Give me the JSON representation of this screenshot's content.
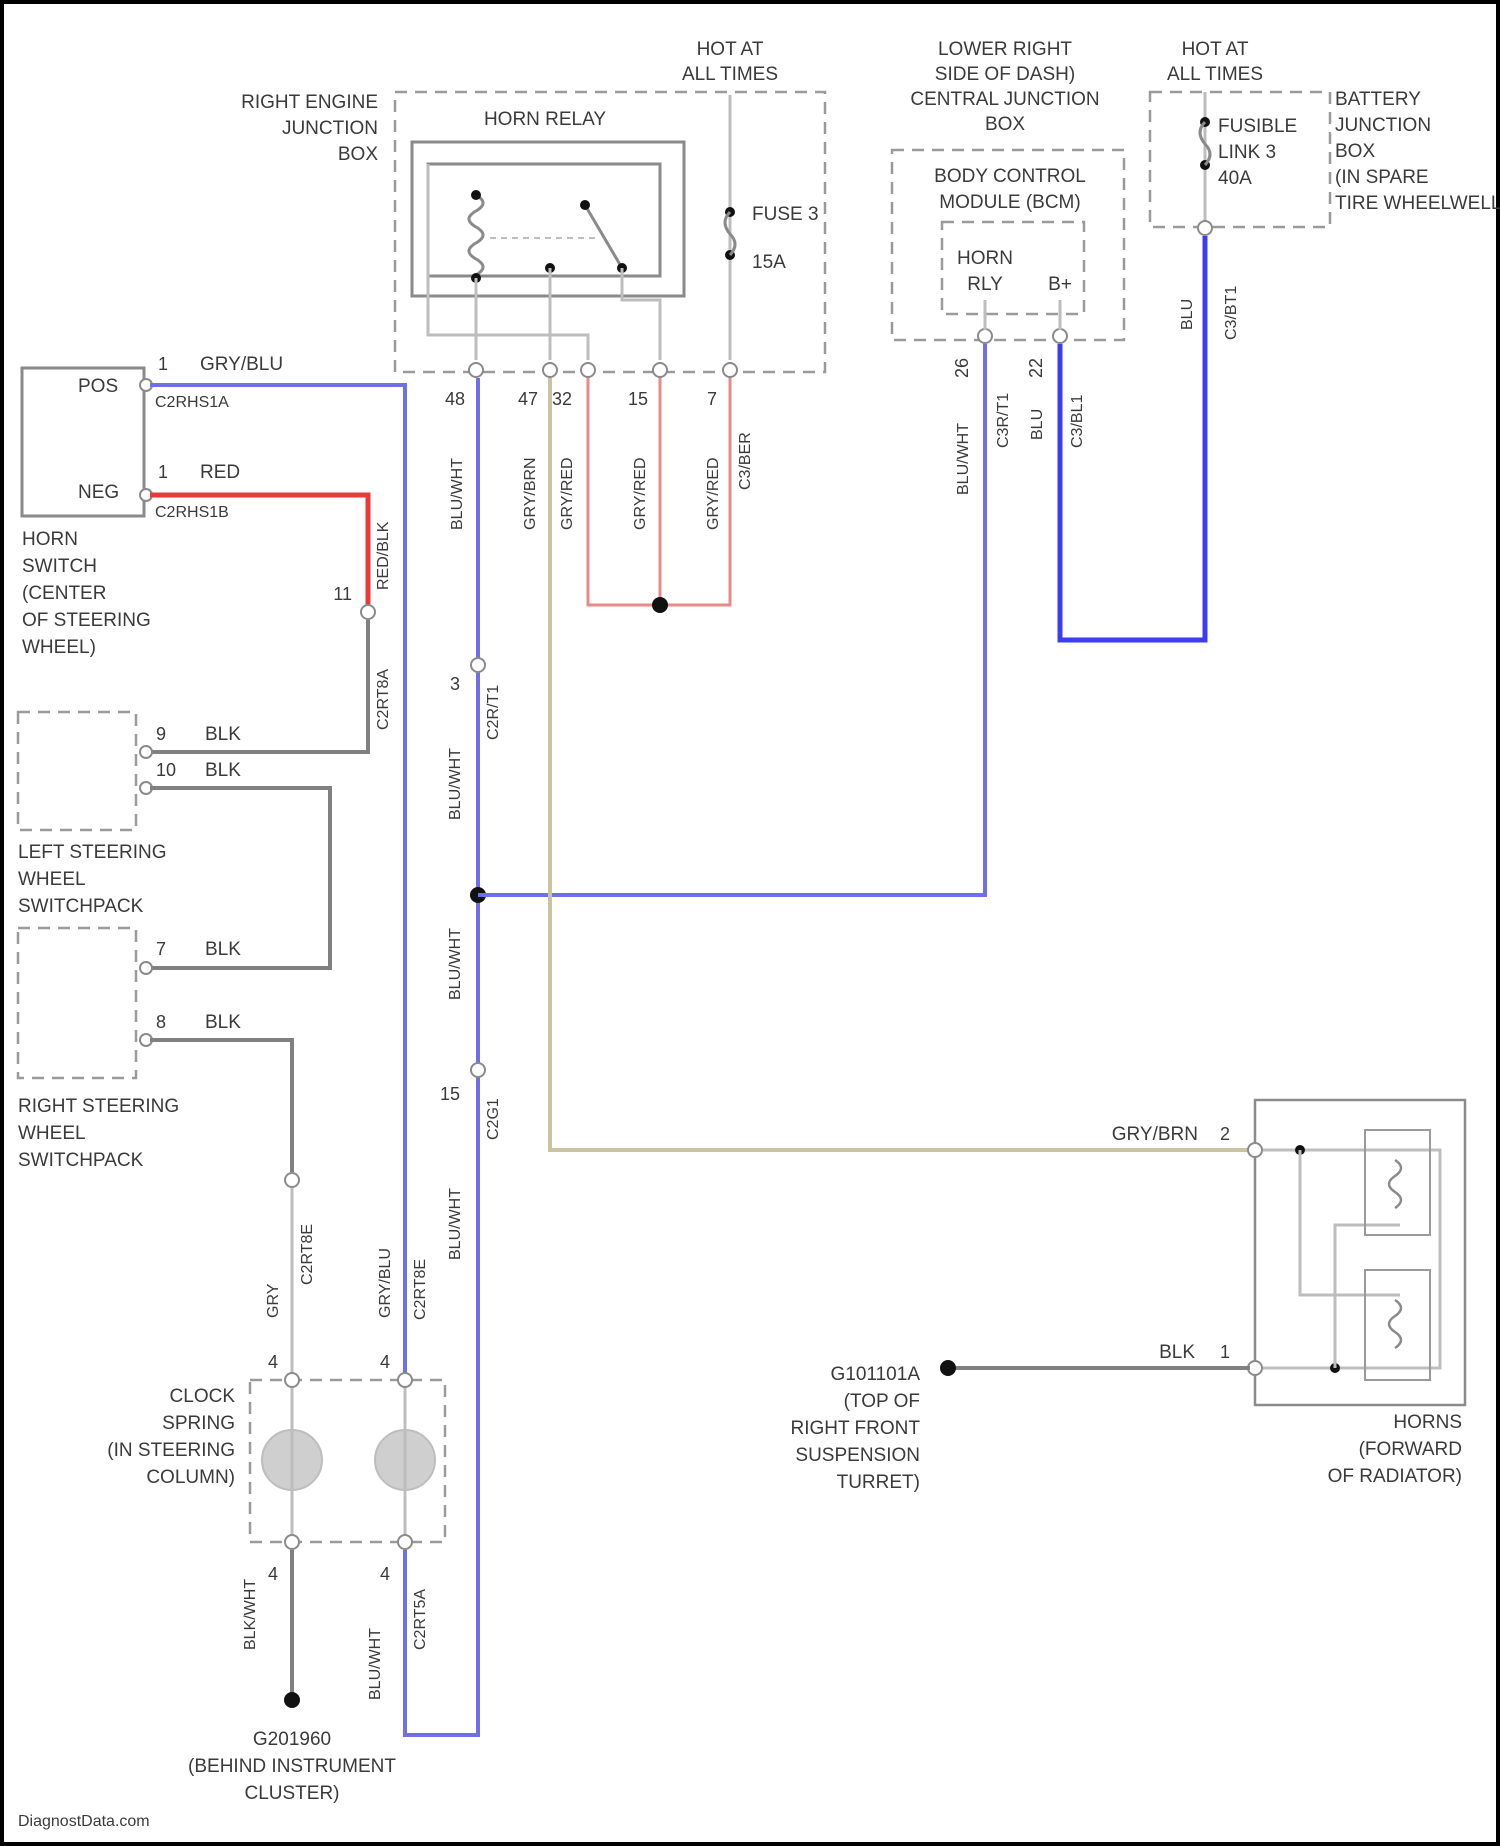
{
  "border": {
    "color": "#000000"
  },
  "colors": {
    "blue": "#6f6fe8",
    "blue_dark": "#3c3cf0",
    "red": "#e63b3b",
    "gray": "#808080",
    "tan": "#c9c3a2"
  },
  "relay_box": {
    "label_lines": [
      "RIGHT ENGINE",
      "JUNCTION",
      "BOX"
    ],
    "relay_label": "HORN RELAY",
    "hot_lines": [
      "HOT AT",
      "ALL TIMES"
    ],
    "fuse_label": "FUSE 3",
    "fuse_rating": "15A",
    "pins": [
      "48",
      "47",
      "32",
      "15",
      "7"
    ]
  },
  "cjb": {
    "label_lines": [
      "LOWER RIGHT",
      "SIDE OF DASH)",
      "CENTRAL JUNCTION",
      "BOX"
    ],
    "bcm_lines": [
      "BODY CONTROL",
      "MODULE (BCM)"
    ],
    "horn_rly_lines": [
      "HORN",
      "RLY"
    ],
    "bplus": "B+",
    "pins": [
      "26",
      "22"
    ],
    "connectors": [
      "C3R/T1",
      "C3/BL1"
    ]
  },
  "bjb": {
    "hot_lines": [
      "HOT AT",
      "ALL TIMES"
    ],
    "fusible_lines": [
      "FUSIBLE",
      "LINK 3",
      "40A"
    ],
    "label_lines": [
      "BATTERY",
      "JUNCTION",
      "BOX",
      "(IN SPARE",
      "TIRE WHEELWELL)"
    ],
    "wire": "BLU",
    "connector": "C3/BT1"
  },
  "wires_relay": [
    {
      "color": "BLU/WHT",
      "pin": "48"
    },
    {
      "color": "GRY/BRN",
      "pin": "47"
    },
    {
      "color": "GRY/RED",
      "pin": "32"
    },
    {
      "color": "GRY/RED",
      "pin": "15"
    },
    {
      "color": "GRY/RED",
      "pin": "7"
    }
  ],
  "relay_connector": "C3/BER",
  "cjb_wires": {
    "left": "BLU/WHT",
    "right": "BLU"
  },
  "horn_switch": {
    "pos": "POS",
    "neg": "NEG",
    "pin_pos": "1",
    "pin_neg": "1",
    "wire_pos": "GRY/BLU",
    "wire_neg": "RED",
    "conn_pos": "C2RHS1A",
    "conn_neg": "C2RHS1B",
    "label_lines": [
      "HORN",
      "SWITCH",
      "(CENTER",
      "OF STEERING",
      "WHEEL)"
    ],
    "splice_pin": "11",
    "splice_conn": "C2RT8A",
    "splice_wire": "RED/BLK"
  },
  "left_switch": {
    "label_lines": [
      "LEFT STEERING",
      "WHEEL",
      "SWITCHPACK"
    ],
    "pins": [
      "9",
      "10"
    ],
    "wires": [
      "BLK",
      "BLK"
    ]
  },
  "right_switch": {
    "label_lines": [
      "RIGHT STEERING",
      "WHEEL",
      "SWITCHPACK"
    ],
    "pins": [
      "7",
      "8"
    ],
    "wires": [
      "BLK",
      "BLK"
    ]
  },
  "inline_connectors": [
    {
      "pin": "3",
      "conn": "C2R/T1",
      "wire": "BLU/WHT"
    },
    {
      "pin": "15",
      "conn": "C2G1",
      "wire": "BLU/WHT"
    }
  ],
  "clock_spring": {
    "label_lines": [
      "CLOCK",
      "SPRING",
      "(IN STEERING",
      "COLUMN)"
    ],
    "wires_top": [
      "GRY",
      "GRY/BLU"
    ],
    "conns_top": [
      "C2RT8E",
      "C2RT8E"
    ],
    "pins_top": [
      "4",
      "4"
    ],
    "pins_bottom": [
      "4",
      "4"
    ],
    "wires_bottom": [
      "BLK/WHT",
      "BLU/WHT"
    ],
    "conn_bottom": "C2RT5A"
  },
  "ground_left": {
    "label_lines": [
      "G201960",
      "(BEHIND INSTRUMENT",
      "CLUSTER)"
    ]
  },
  "horns": {
    "label_lines": [
      "HORNS",
      "(FORWARD",
      "OF RADIATOR)"
    ],
    "pin_top": "2",
    "pin_bottom": "1",
    "wire_top": "GRY/BRN",
    "wire_bottom": "BLK"
  },
  "ground_right": {
    "label_lines": [
      "G101101A",
      "(TOP OF",
      "RIGHT FRONT",
      "SUSPENSION",
      "TURRET)"
    ]
  },
  "watermark": "DiagnostData.com"
}
